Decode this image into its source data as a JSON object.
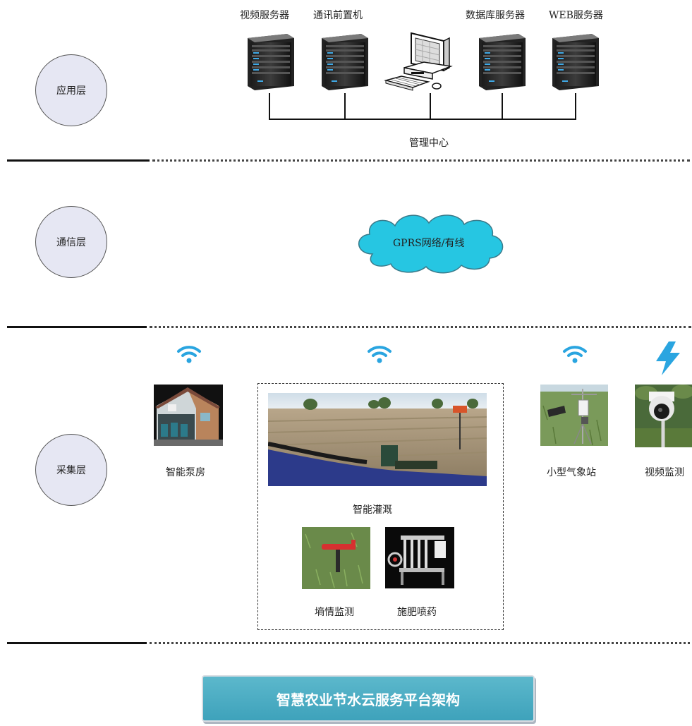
{
  "layers": {
    "application": "应用层",
    "communication": "通信层",
    "collection": "采集层"
  },
  "app_layer": {
    "servers": {
      "video": "视频服务器",
      "comm_front": "通讯前置机",
      "database": "数据库服务器",
      "web": "WEB服务器"
    },
    "center_label": "管理中心"
  },
  "network": {
    "cloud_label": "GPRS网络/有线"
  },
  "collection": {
    "pump_house": "智能泵房",
    "irrigation": "智能灌溉",
    "soil_monitor": "墒情监测",
    "fertilizer": "施肥喷药",
    "weather_station": "小型气象站",
    "video_monitor": "视频监测"
  },
  "title": "智慧农业节水云服务平台架构",
  "colors": {
    "wifi": "#2aa5e0",
    "bolt": "#2aa5e0",
    "cloud_fill": "#26c6e2",
    "banner": "#49aac2",
    "layer_circle": "#e6e7f3"
  },
  "icons": {
    "server": "server-icon",
    "computer": "computer-icon",
    "cloud": "cloud-icon",
    "wifi": "wifi-icon",
    "lightning": "lightning-icon"
  }
}
